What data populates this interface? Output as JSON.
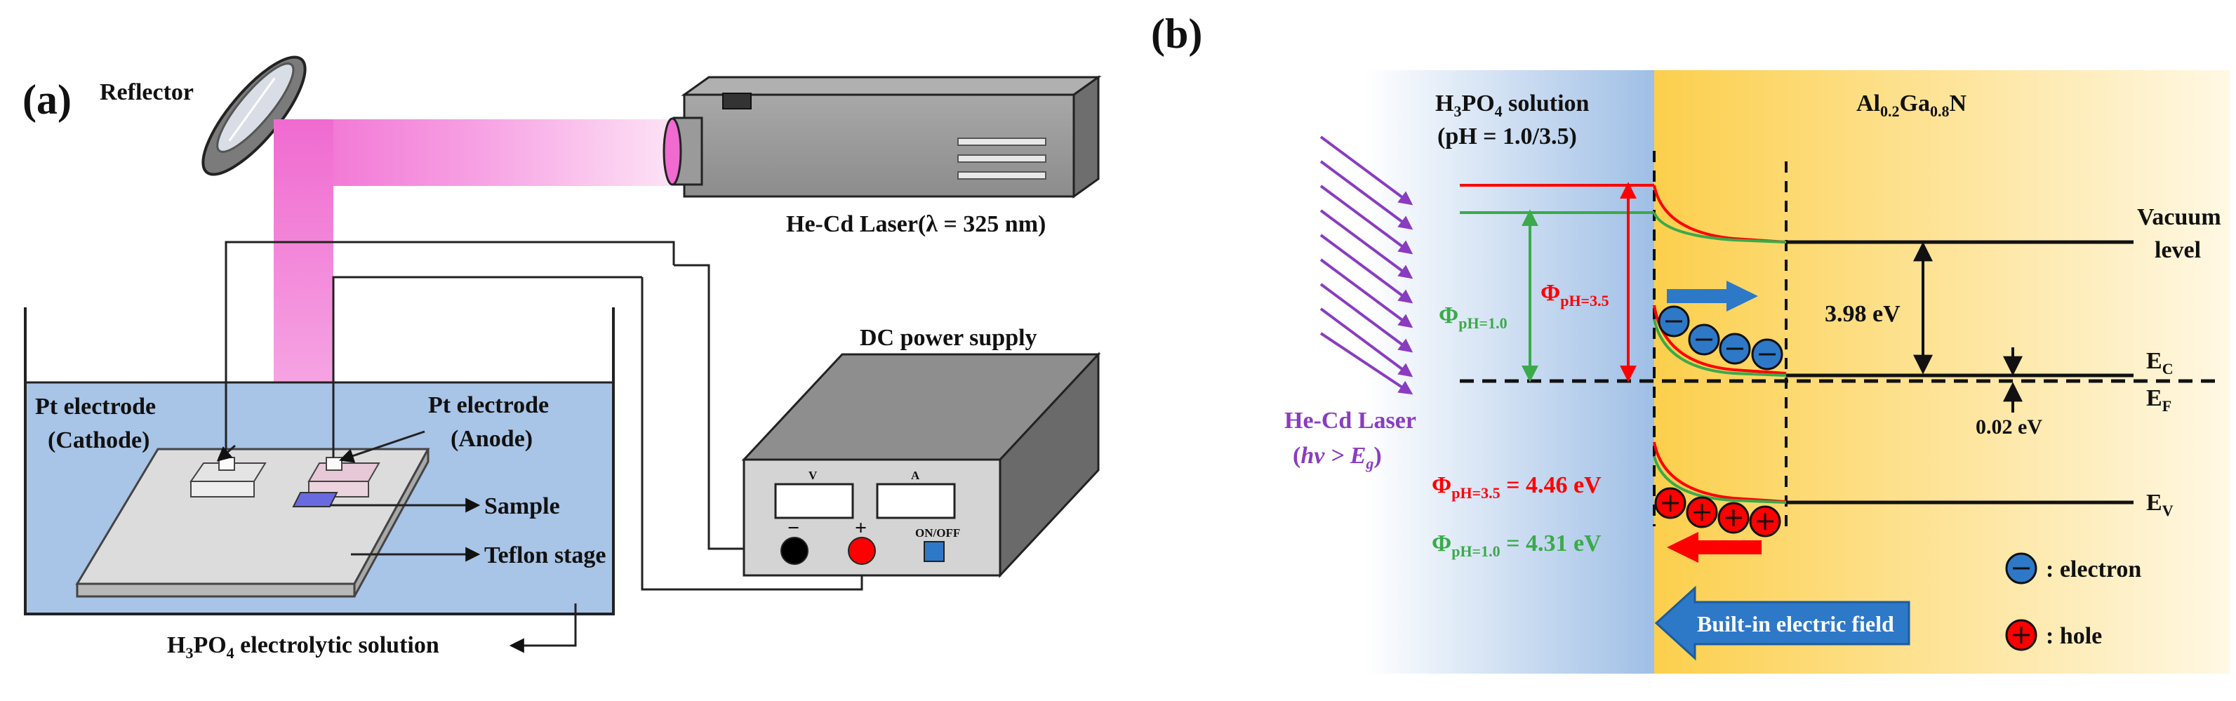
{
  "panel_a": {
    "tag": "(a)",
    "reflector": "Reflector",
    "laser": "He-Cd Laser(λ = 325 nm)",
    "dc_supply": "DC power supply",
    "meter_v": "V",
    "meter_a": "A",
    "minus": "−",
    "plus": "+",
    "onoff": "ON/OFF",
    "pt_cathode_1": "Pt electrode",
    "pt_cathode_2": "(Cathode)",
    "pt_anode_1": "Pt electrode",
    "pt_anode_2": "(Anode)",
    "sample": "Sample",
    "teflon": "Teflon stage",
    "electrolyte_h": "H",
    "electrolyte_3": "3",
    "electrolyte_po": "PO",
    "electrolyte_4": "4",
    "electrolyte_rest": " electrolytic solution"
  },
  "panel_b": {
    "tag": "(b)",
    "sol_h": "H",
    "sol_3": "3",
    "sol_po": "PO",
    "sol_4": "4",
    "sol_rest": " solution",
    "sol_ph": "(pH = 1.0/3.5)",
    "semi_al": "Al",
    "semi_02": "0.2",
    "semi_ga": "Ga",
    "semi_08": "0.8",
    "semi_n": "N",
    "vacuum_1": "Vacuum",
    "vacuum_2": "level",
    "gap_398": "3.98 eV",
    "gap_002": "0.02 eV",
    "ec": "E",
    "ec_sub": "C",
    "ef": "E",
    "ef_sub": "F",
    "ev": "E",
    "ev_sub": "V",
    "phi": "Φ",
    "ph10_sub": "pH=1.0",
    "ph35_sub": "pH=3.5",
    "phi35_val": " = 4.46 eV",
    "phi10_val": " = 4.31 eV",
    "hecd_1": "He-Cd Laser",
    "hecd_2_open": "(",
    "hecd_2_hv": "hv > E",
    "hecd_2_g": "g",
    "hecd_2_close": ")",
    "electron": ": electron",
    "hole": ":  hole",
    "field": "Built-in electric field"
  },
  "colors": {
    "red": "#ff0000",
    "green": "#3aaa4a",
    "blue_electron": "#2e78c8",
    "purple": "#8a3cc0",
    "magenta_beam": "#f06ad0",
    "solution_blue": "#a8c4e6",
    "semiconductor_yellow": "#fcd25a"
  }
}
